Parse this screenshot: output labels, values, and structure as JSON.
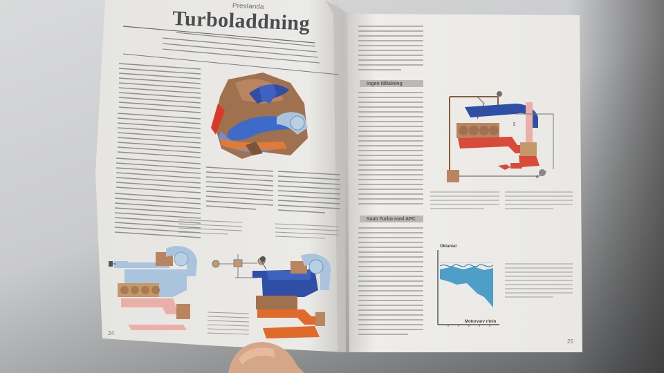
{
  "magazine": {
    "kicker": "Prestanda",
    "title": "Turboladdning",
    "page_left_number": "24",
    "page_right_number": "25"
  },
  "sections": {
    "heading_1": "Ingen tilltalning",
    "heading_2": "Saab Turbo med APC"
  },
  "chart": {
    "y_label": "Oktantal",
    "x_label": "Motorvarv r/min"
  },
  "colors": {
    "paper": "#ecebe8",
    "paper_right": "#efeeeb",
    "blue": "#2f4fa7",
    "light_blue": "#a9c4dc",
    "red": "#d84a3a",
    "pink": "#e8b0a8",
    "brown": "#a0714f",
    "orange": "#e06a2a"
  }
}
